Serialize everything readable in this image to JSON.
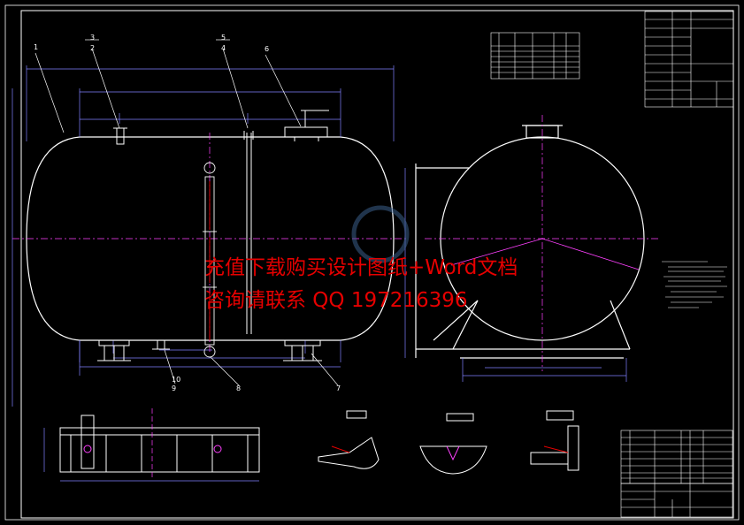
{
  "watermark": {
    "line1": "充值下载购买设计图纸+Word文档",
    "line2": "咨询请联系  QQ 197216396",
    "color": "#e60000"
  },
  "callouts": [
    "1",
    "3",
    "2",
    "5",
    "4",
    "6",
    "10",
    "9",
    "8",
    "7"
  ],
  "colors": {
    "background": "#000000",
    "outline": "#ffffff",
    "dimension": "#8080ff",
    "centerline": "#ff40ff",
    "frame": "#ffffff",
    "text": "#ffffff"
  }
}
